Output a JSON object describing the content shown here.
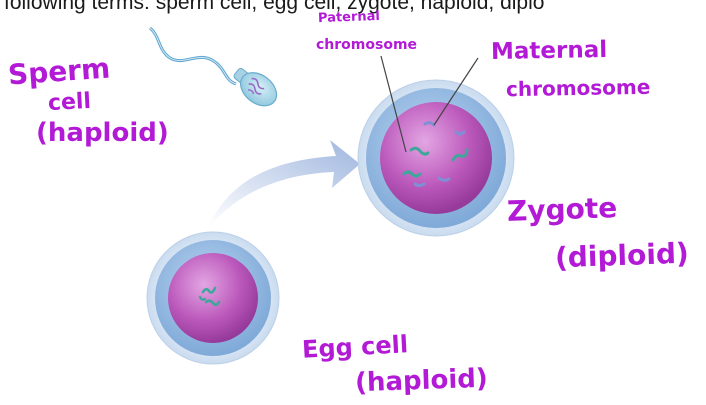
{
  "top_text": "following terms: sperm cell, egg cell, zygote, haploid, diplo",
  "labels": {
    "sperm_line1": "Sperm",
    "sperm_line2": "cell",
    "sperm_line3": "(haploid)",
    "paternal_line1": "Paternal",
    "paternal_line2": "chromosome",
    "maternal_line1": "Maternal",
    "maternal_line2": "chromosome",
    "zygote_line1": "Zygote",
    "zygote_line2": "(diploid)",
    "egg_line1": "Egg cell",
    "egg_line2": "(haploid)"
  },
  "colors": {
    "annotation": "#b21ad6",
    "nucleus": "#b44fb8",
    "cytoplasm": "#9fc3e8",
    "zona": "#dceaf7",
    "paternal_chromosome": "#3fa79a",
    "maternal_chromosome": "#7f8fd6",
    "arrow": "#a9bde0"
  },
  "icons": {
    "sperm": "sperm-cell-illustration",
    "egg": "egg-cell-illustration",
    "zygote": "zygote-illustration",
    "arrow": "fertilization-arrow"
  }
}
